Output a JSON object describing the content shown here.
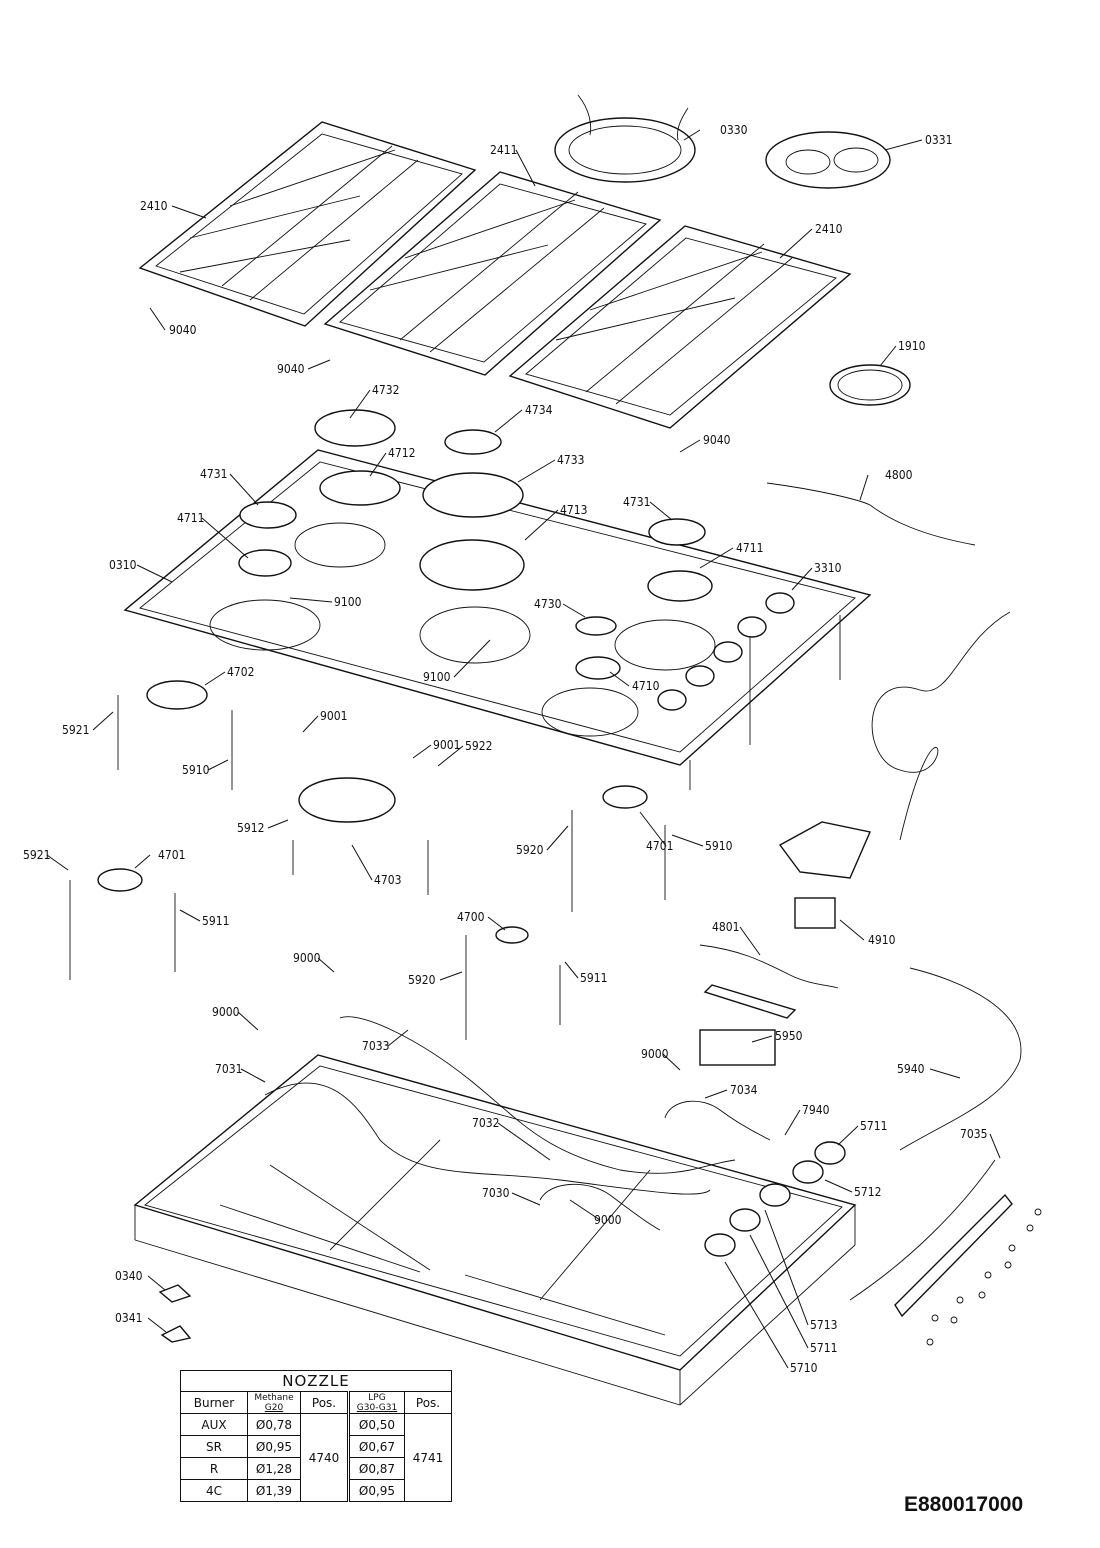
{
  "callouts": [
    {
      "id": "0330",
      "text": "0330"
    },
    {
      "id": "0331",
      "text": "0331"
    },
    {
      "id": "2411",
      "text": "2411"
    },
    {
      "id": "2410a",
      "text": "2410"
    },
    {
      "id": "2410b",
      "text": "2410"
    },
    {
      "id": "9040a",
      "text": "9040"
    },
    {
      "id": "9040b",
      "text": "9040"
    },
    {
      "id": "9040c",
      "text": "9040"
    },
    {
      "id": "1910",
      "text": "1910"
    },
    {
      "id": "4732",
      "text": "4732"
    },
    {
      "id": "4734",
      "text": "4734"
    },
    {
      "id": "4712",
      "text": "4712"
    },
    {
      "id": "4733",
      "text": "4733"
    },
    {
      "id": "4731a",
      "text": "4731"
    },
    {
      "id": "4731b",
      "text": "4731"
    },
    {
      "id": "4800",
      "text": "4800"
    },
    {
      "id": "4711a",
      "text": "4711"
    },
    {
      "id": "4711b",
      "text": "4711"
    },
    {
      "id": "4713",
      "text": "4713"
    },
    {
      "id": "0310",
      "text": "0310"
    },
    {
      "id": "3310",
      "text": "3310"
    },
    {
      "id": "9100a",
      "text": "9100"
    },
    {
      "id": "9100b",
      "text": "9100"
    },
    {
      "id": "4730",
      "text": "4730"
    },
    {
      "id": "4710",
      "text": "4710"
    },
    {
      "id": "4702",
      "text": "4702"
    },
    {
      "id": "5921a",
      "text": "5921"
    },
    {
      "id": "5921b",
      "text": "5921"
    },
    {
      "id": "9001a",
      "text": "9001"
    },
    {
      "id": "9001b",
      "text": "9001"
    },
    {
      "id": "5922",
      "text": "5922"
    },
    {
      "id": "5910a",
      "text": "5910"
    },
    {
      "id": "5910b",
      "text": "5910"
    },
    {
      "id": "5912",
      "text": "5912"
    },
    {
      "id": "4703",
      "text": "4703"
    },
    {
      "id": "4701a",
      "text": "4701"
    },
    {
      "id": "4701b",
      "text": "4701"
    },
    {
      "id": "5920a",
      "text": "5920"
    },
    {
      "id": "5920b",
      "text": "5920"
    },
    {
      "id": "5911a",
      "text": "5911"
    },
    {
      "id": "5911b",
      "text": "5911"
    },
    {
      "id": "4700",
      "text": "4700"
    },
    {
      "id": "4801",
      "text": "4801"
    },
    {
      "id": "4910",
      "text": "4910"
    },
    {
      "id": "9000a",
      "text": "9000"
    },
    {
      "id": "9000b",
      "text": "9000"
    },
    {
      "id": "9000c",
      "text": "9000"
    },
    {
      "id": "9000d",
      "text": "9000"
    },
    {
      "id": "7033",
      "text": "7033"
    },
    {
      "id": "5950",
      "text": "5950"
    },
    {
      "id": "7031",
      "text": "7031"
    },
    {
      "id": "7034",
      "text": "7034"
    },
    {
      "id": "5940",
      "text": "5940"
    },
    {
      "id": "7940",
      "text": "7940"
    },
    {
      "id": "7032",
      "text": "7032"
    },
    {
      "id": "5711a",
      "text": "5711"
    },
    {
      "id": "5711b",
      "text": "5711"
    },
    {
      "id": "7035",
      "text": "7035"
    },
    {
      "id": "5712",
      "text": "5712"
    },
    {
      "id": "7030",
      "text": "7030"
    },
    {
      "id": "0340",
      "text": "0340"
    },
    {
      "id": "0341",
      "text": "0341"
    },
    {
      "id": "5713",
      "text": "5713"
    },
    {
      "id": "5710",
      "text": "5710"
    }
  ],
  "nozzle_table": {
    "title": "NOZZLE",
    "col_burner": "Burner",
    "col_methane_top": "Methane",
    "col_methane_bottom": "G20",
    "col_pos1": "Pos.",
    "col_lpg_top": "LPG",
    "col_lpg_bottom": "G30-G31",
    "col_pos2": "Pos.",
    "pos1_value": "4740",
    "pos2_value": "4741",
    "rows": [
      {
        "burner": "AUX",
        "methane": "Ø0,78",
        "lpg": "Ø0,50"
      },
      {
        "burner": "SR",
        "methane": "Ø0,95",
        "lpg": "Ø0,67"
      },
      {
        "burner": "R",
        "methane": "Ø1,28",
        "lpg": "Ø0,87"
      },
      {
        "burner": "4C",
        "methane": "Ø1,39",
        "lpg": "Ø0,95"
      }
    ]
  },
  "drawing_code": "E880017000"
}
